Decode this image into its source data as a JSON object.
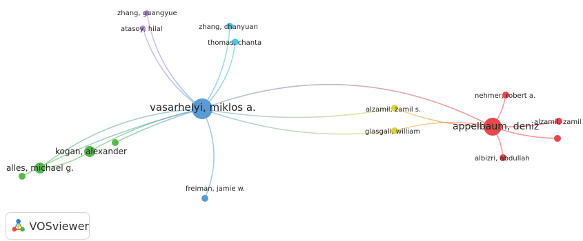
{
  "network": {
    "nodes": [
      {
        "id": "vasarhelyi",
        "label": "vasarhelyi, miklos a.",
        "cluster": 2
      },
      {
        "id": "zhang_guangyue",
        "label": "zhang, guangyue",
        "cluster": 5
      },
      {
        "id": "atasoy",
        "label": "atasoy, hilal",
        "cluster": 5
      },
      {
        "id": "zhang_chanyuan",
        "label": "zhang, chanyuan",
        "cluster": 4
      },
      {
        "id": "thomas",
        "label": "thomas, chanta",
        "cluster": 4
      },
      {
        "id": "kogan",
        "label": "kogan, alexander",
        "cluster": 3
      },
      {
        "id": "alles",
        "label": "alles, michael g.",
        "cluster": 3
      },
      {
        "id": "green_small_1",
        "label": "",
        "cluster": 3
      },
      {
        "id": "green_small_2",
        "label": "",
        "cluster": 3
      },
      {
        "id": "freiman",
        "label": "freiman, jamie w.",
        "cluster": 2
      },
      {
        "id": "alzamil_s",
        "label": "alzamil, zamil s.",
        "cluster": 6
      },
      {
        "id": "glasgall",
        "label": "glasgall, william",
        "cluster": 6
      },
      {
        "id": "appelbaum",
        "label": "appelbaum, deniz",
        "cluster": 1
      },
      {
        "id": "nehmer",
        "label": "nehmer, robert a.",
        "cluster": 1
      },
      {
        "id": "alzamil_zamil",
        "label": "alzamil, zamil",
        "cluster": 1
      },
      {
        "id": "albizri",
        "label": "albizri, abdullah",
        "cluster": 1
      },
      {
        "id": "red_small",
        "label": "",
        "cluster": 1
      }
    ],
    "links": [
      [
        "vasarhelyi",
        "zhang_guangyue"
      ],
      [
        "vasarhelyi",
        "atasoy"
      ],
      [
        "vasarhelyi",
        "zhang_chanyuan"
      ],
      [
        "vasarhelyi",
        "thomas"
      ],
      [
        "vasarhelyi",
        "kogan"
      ],
      [
        "vasarhelyi",
        "alles"
      ],
      [
        "vasarhelyi",
        "green_small_1"
      ],
      [
        "vasarhelyi",
        "green_small_2"
      ],
      [
        "vasarhelyi",
        "freiman"
      ],
      [
        "vasarhelyi",
        "alzamil_s"
      ],
      [
        "vasarhelyi",
        "glasgall"
      ],
      [
        "vasarhelyi",
        "appelbaum"
      ],
      [
        "kogan",
        "alles"
      ],
      [
        "alzamil_s",
        "appelbaum"
      ],
      [
        "glasgall",
        "appelbaum"
      ],
      [
        "appelbaum",
        "nehmer"
      ],
      [
        "appelbaum",
        "alzamil_zamil"
      ],
      [
        "appelbaum",
        "albizri"
      ],
      [
        "appelbaum",
        "red_small"
      ]
    ],
    "cluster_colors": {
      "1": "#e8474b",
      "2": "#5a9bd4",
      "3": "#59b84f",
      "4": "#52c7e0",
      "5": "#b88ce0",
      "6": "#d8d23a"
    }
  },
  "badge": {
    "text": "VOSviewer",
    "icon": "vosviewer-logo-icon"
  }
}
